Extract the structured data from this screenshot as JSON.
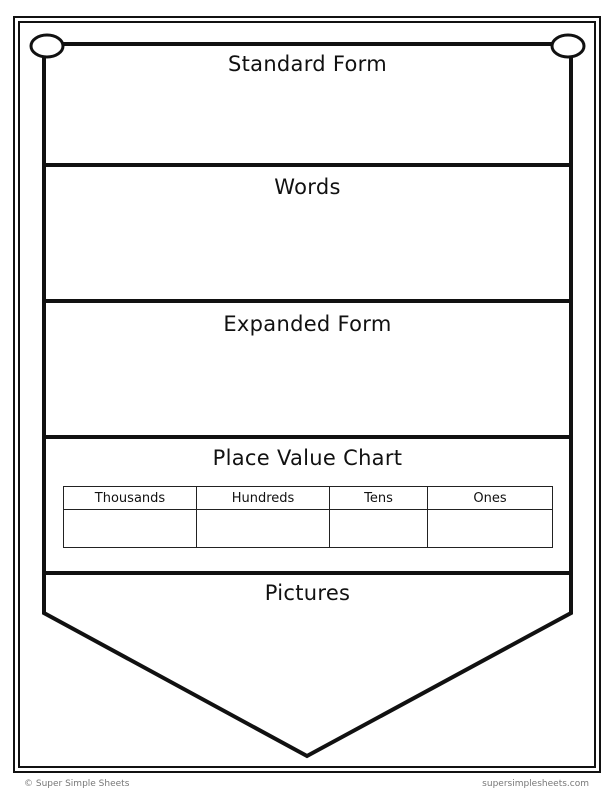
{
  "sections": {
    "standard_form": "Standard Form",
    "words": "Words",
    "expanded_form": "Expanded Form",
    "place_value_chart": "Place Value Chart",
    "pictures": "Pictures"
  },
  "place_value_table": {
    "headers": [
      "Thousands",
      "Hundreds",
      "Tens",
      "Ones"
    ]
  },
  "footer": {
    "copyright": "© Super Simple Sheets",
    "website": "supersimplesheets.com"
  }
}
